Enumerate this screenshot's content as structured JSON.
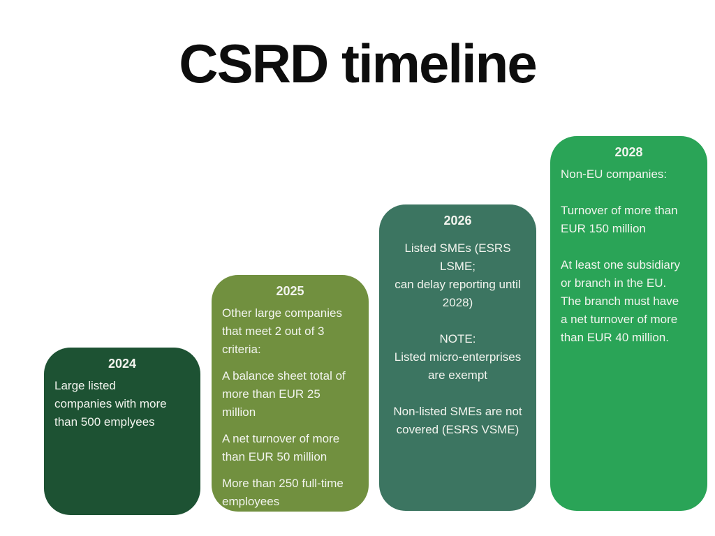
{
  "title": "CSRD timeline",
  "colors": {
    "background": "#ffffff",
    "title_text": "#0d0d0d",
    "card_text": "#f2f4ee",
    "card_2024": "#1d5233",
    "card_2025": "#71903f",
    "card_2026": "#3c7561",
    "card_2028": "#2aa457"
  },
  "cards": [
    {
      "year": "2024",
      "paragraphs": [
        "Large listed\ncompanies with more\nthan 500 emplyees"
      ]
    },
    {
      "year": "2025",
      "paragraphs": [
        "Other large companies\nthat meet 2 out of 3\ncriteria:",
        "A balance sheet total of\nmore than EUR 25\nmillion",
        "A net turnover of more\nthan EUR 50 million",
        "More than 250 full-time\nemployees"
      ]
    },
    {
      "year": "2026",
      "paragraphs": [
        "Listed SMEs (ESRS LSME;\ncan delay reporting until\n2028)",
        "NOTE:\nListed micro-enterprises\nare exempt",
        "Non-listed SMEs are not\ncovered (ESRS VSME)"
      ]
    },
    {
      "year": "2028",
      "paragraphs": [
        "Non-EU companies:",
        "Turnover of more than\nEUR 150 million",
        "At least one subsidiary\nor branch in the EU.\nThe branch must have\na net turnover of more\nthan EUR 40 million."
      ]
    }
  ]
}
